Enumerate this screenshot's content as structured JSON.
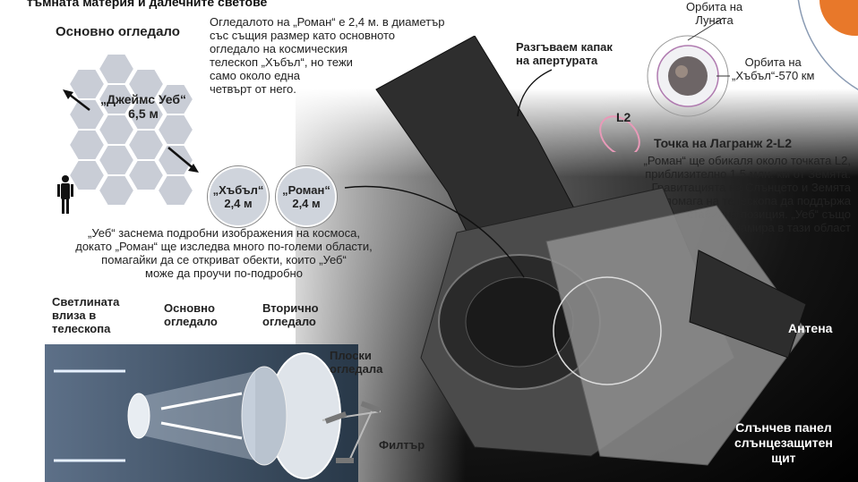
{
  "header": {
    "top_caption": "тъмната материя и далечните светове"
  },
  "mirror": {
    "title": "Основно огледало",
    "webb_label": "„Джеймс Уеб“",
    "webb_size": "6,5 м",
    "hubble_label": "„Хъбъл“",
    "hubble_size": "2,4 м",
    "roman_label": "„Роман“",
    "roman_size": "2,4 м"
  },
  "roman_mirror_note": {
    "lines": [
      "Огледалото на „Роман“ е 2,4 м. в диаметър",
      "със същия размер като основното",
      "огледало на космическия",
      "телескоп „Хъбъл“, но тежи",
      "само около една",
      "четвърт от него."
    ]
  },
  "comparison_note": {
    "lines": [
      "„Уеб“ заснема подробни изображения на космоса,",
      "докато „Роман“ ще изследва много по-големи области,",
      "помагайки да се откриват обекти, които „Уеб“",
      "може да проучи по-подробно"
    ]
  },
  "optics": {
    "light_enters": [
      "Светлината",
      "влиза в",
      "телескопа"
    ],
    "primary_mirror": [
      "Основно",
      "огледало"
    ],
    "secondary_mirror": [
      "Вторично",
      "огледало"
    ],
    "flat_mirrors": [
      "Плоски",
      "огледала"
    ],
    "filter": "Филтър"
  },
  "telescope": {
    "aperture_cover": [
      "Разгъваем капак",
      "на апертурата"
    ],
    "antenna": "Антена",
    "solar_panel": [
      "Слънчев панел",
      "слънцезащитен",
      "щит"
    ]
  },
  "orbit": {
    "moon_orbit": [
      "Орбита на",
      "Луната"
    ],
    "hubble_orbit": [
      "Орбита на",
      "„Хъбъл“-570 км"
    ],
    "l2_label": "L2",
    "lagrange_title": "Точка на Лагранж 2-L2",
    "lagrange_text": [
      "„Роман“ ще обикаля около точката L2,",
      "приблизително 1,5 млн. км от Земята.",
      "Гравитацията на Слънцето и Земята",
      "помага на телескопа да поддържа",
      "стабилна позиция. „Уеб“ също",
      "се намира в тази област"
    ]
  },
  "colors": {
    "sun": "#e8782a",
    "l2_ring": "#e89ab8",
    "optics_panel": "#4a5d73"
  }
}
